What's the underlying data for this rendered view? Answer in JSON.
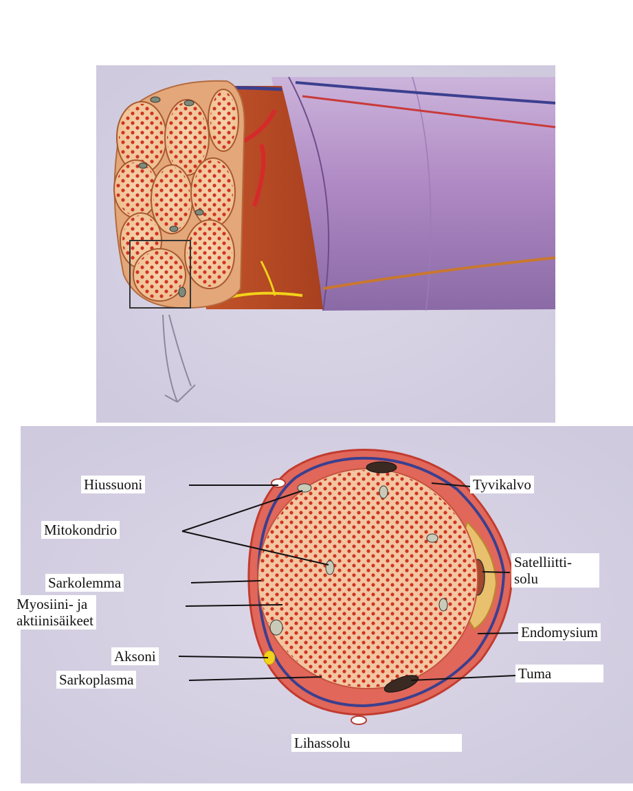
{
  "labels": {
    "hiussuoni": "Hiussuoni",
    "mitokondrio": "Mitokondrio",
    "sarkolemma": "Sarkolemma",
    "myosiini_line1": "Myosiini- ja",
    "myosiini_line2": "aktiinisäikeet",
    "aksoni": "Aksoni",
    "sarkoplasma": "Sarkoplasma",
    "tyvikalvo": "Tyvikalvo",
    "satelliitti_line1": "Satelliitti-",
    "satelliitti_line2": "solu",
    "endomysium": "Endomysium",
    "tuma": "Tuma",
    "lihassolu": "Lihassolu"
  },
  "colors": {
    "muscle": "#d94a2a",
    "fiber_bg": "#f3c59a",
    "myofibril": "#d0271c",
    "sheath": "#b592c4",
    "artery": "#d42a2a",
    "vein": "#3b3f8f",
    "nerve": "#f2d21a",
    "background": "#d9d6e6"
  }
}
